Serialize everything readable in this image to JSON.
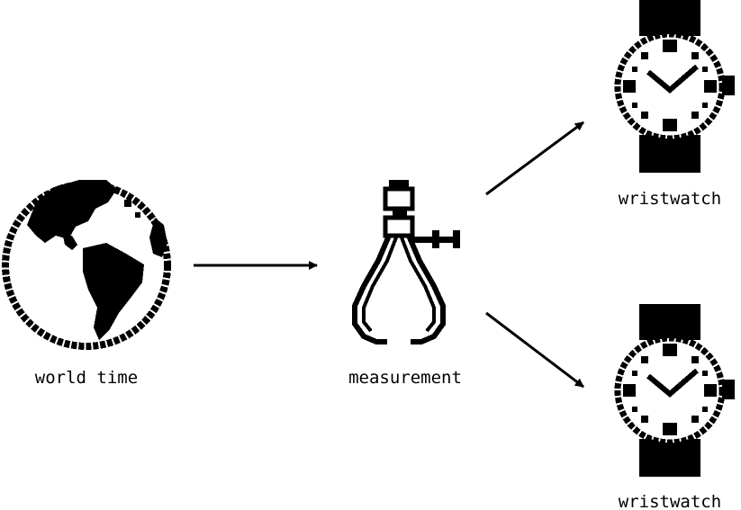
{
  "diagram": {
    "nodes": [
      {
        "id": "world-time",
        "label": "world time",
        "icon": "globe-icon"
      },
      {
        "id": "measurement",
        "label": "measurement",
        "icon": "caliper-icon"
      },
      {
        "id": "wristwatch-1",
        "label": "wristwatch",
        "icon": "wristwatch-icon"
      },
      {
        "id": "wristwatch-2",
        "label": "wristwatch",
        "icon": "wristwatch-icon"
      }
    ],
    "edges": [
      {
        "from": "world-time",
        "to": "measurement"
      },
      {
        "from": "measurement",
        "to": "wristwatch-1"
      },
      {
        "from": "measurement",
        "to": "wristwatch-2"
      }
    ]
  },
  "colors": {
    "ink": "#000000",
    "background": "#ffffff"
  }
}
